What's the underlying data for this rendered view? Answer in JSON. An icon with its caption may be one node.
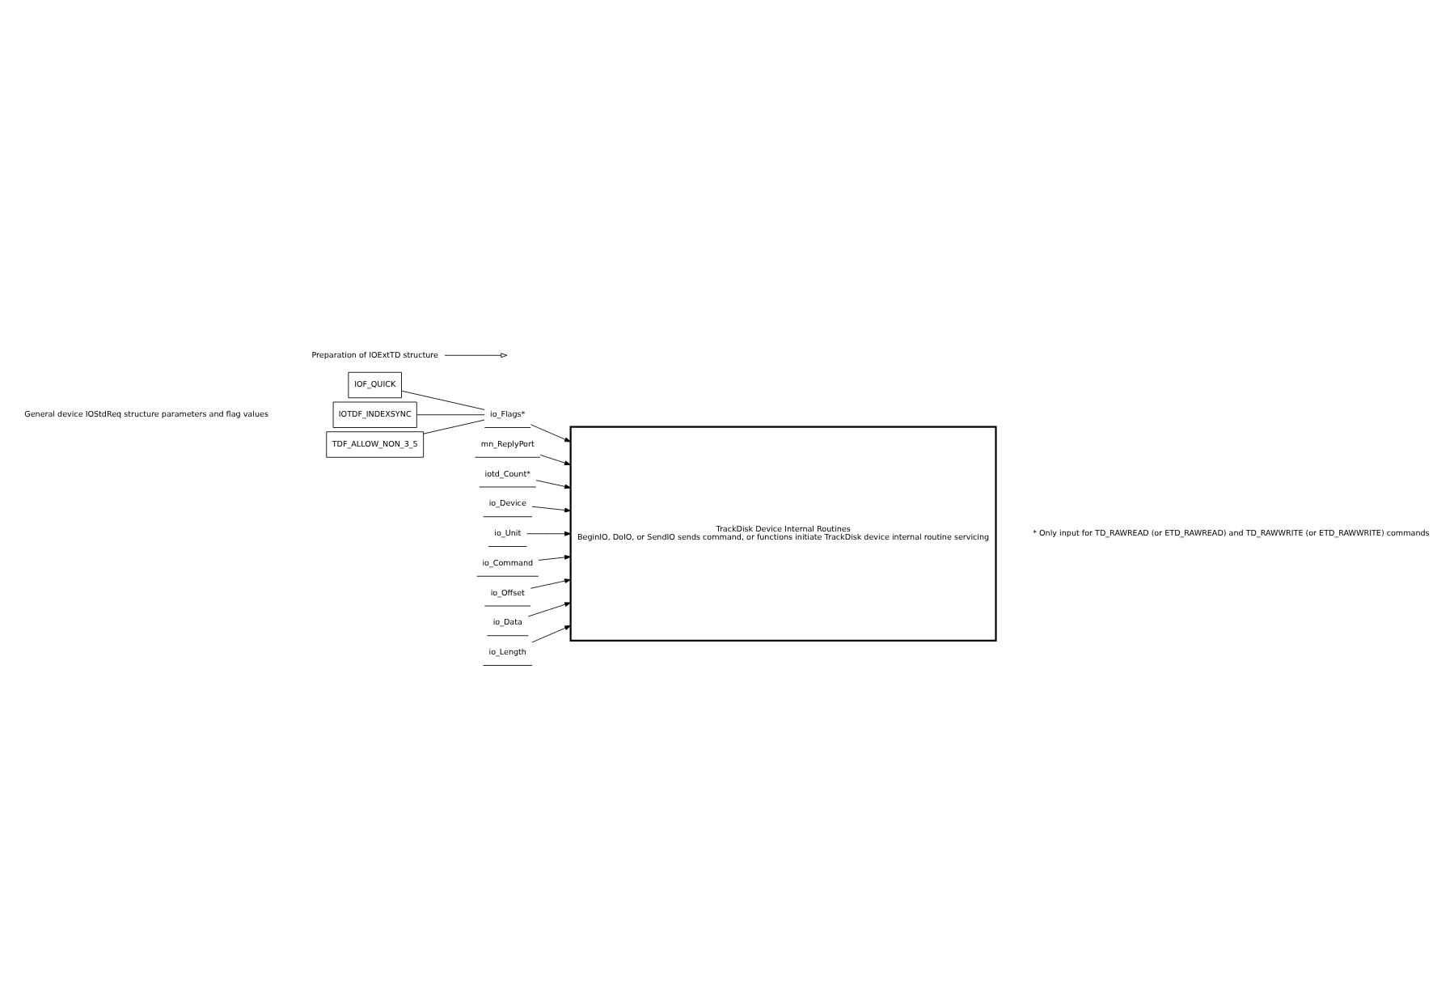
{
  "diagram": {
    "nodes": [
      {
        "text": [
          "Preparation of IOExtTD structure"
        ]
      },
      {
        "text": [
          "TrackDisk Device Internal Routines",
          "BeginIO, DoIO, or SendIO sends command, or functions initiate TrackDisk device internal routine servicing"
        ]
      },
      {
        "text": [
          "mn_ReplyPort"
        ]
      },
      {
        "text": [
          "io_Device"
        ]
      },
      {
        "text": [
          "io_Unit"
        ]
      },
      {
        "text": [
          "io_Command"
        ]
      },
      {
        "text": [
          "io_Flags*"
        ]
      },
      {
        "text": [
          "io_Offset"
        ]
      },
      {
        "text": [
          "io_Data"
        ]
      },
      {
        "text": [
          "io_Length"
        ]
      },
      {
        "text": [
          "IOF_QUICK"
        ]
      },
      {
        "text": [
          "IOTDF_INDEXSYNC"
        ]
      },
      {
        "text": [
          "TDF_ALLOW_NON_3_5"
        ]
      },
      {
        "text": [
          "iotd_Count*"
        ]
      }
    ],
    "edges": [
      {
        "from": 0,
        "to": null,
        "arrow": "to"
      },
      {
        "from": 2,
        "to": 1,
        "arrow": "to"
      },
      {
        "from": 3,
        "to": 1,
        "arrow": "to"
      },
      {
        "from": 4,
        "to": 1,
        "arrow": "to"
      },
      {
        "from": 5,
        "to": 1,
        "arrow": "to"
      },
      {
        "from": 6,
        "to": 1,
        "arrow": "to"
      },
      {
        "from": 7,
        "to": 1,
        "arrow": "to"
      },
      {
        "from": 8,
        "to": 1,
        "arrow": "to"
      },
      {
        "from": 9,
        "to": 1,
        "arrow": "to"
      },
      {
        "from": 10,
        "to": 6,
        "arrow": "none"
      },
      {
        "from": 11,
        "to": 6,
        "arrow": "none"
      },
      {
        "from": 12,
        "to": 6,
        "arrow": "none"
      },
      {
        "from": 13,
        "to": 1,
        "arrow": "to"
      }
    ],
    "labels": [
      "General device IOStdReq structure parameters and flag values",
      "* Only input for TD_RAWREAD (or ETD_RAWREAD) and TD_RAWWRITE (or ETD_RAWWRITE) commands"
    ]
  }
}
